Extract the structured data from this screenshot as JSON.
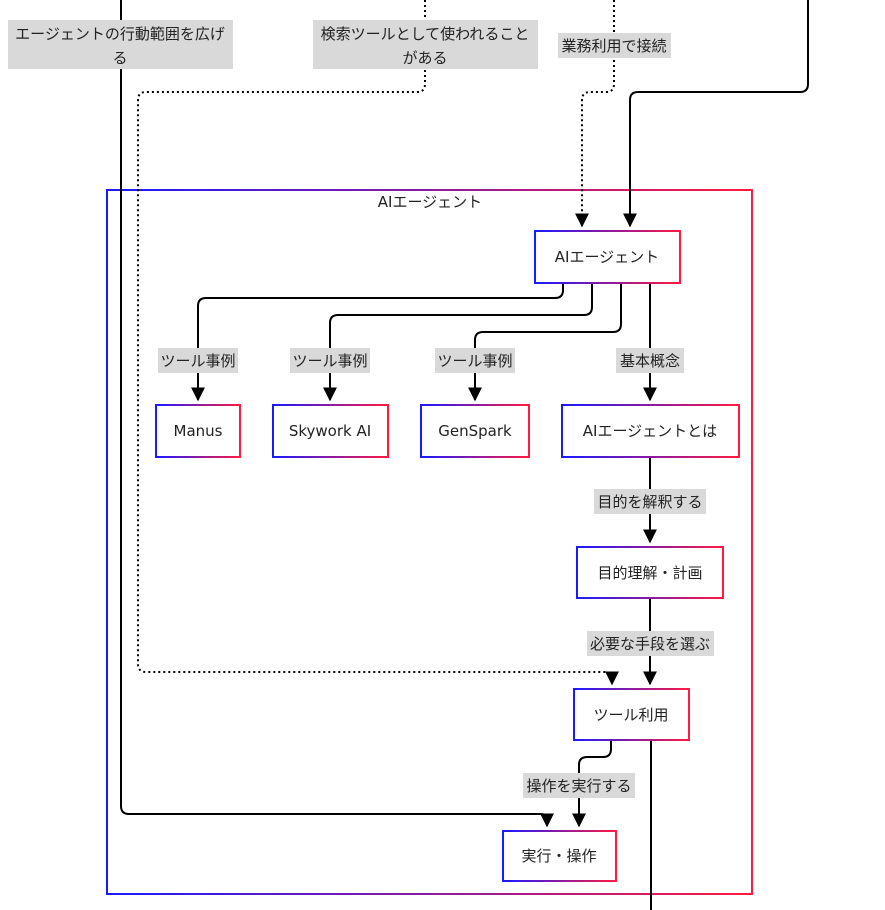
{
  "cluster": {
    "title": "AIエージェント",
    "colors": {
      "left": "#1a1aff",
      "right": "#ff1a40"
    }
  },
  "nodes": {
    "agent": "AIエージェント",
    "manus": "Manus",
    "skywork": "Skywork AI",
    "genspark": "GenSpark",
    "about": "AIエージェントとは",
    "plan": "目的理解・計画",
    "tool": "ツール利用",
    "exec": "実行・操作"
  },
  "edge_labels": {
    "extend_line1": "エージェントの行動範囲を広げ",
    "extend_line2": "る",
    "search_line1": "検索ツールとして使われること",
    "search_line2": "がある",
    "business": "業務利用で接続",
    "example1": "ツール事例",
    "example2": "ツール事例",
    "example3": "ツール事例",
    "concept": "基本概念",
    "interpret": "目的を解釈する",
    "choose": "必要な手段を選ぶ",
    "execute": "操作を実行する"
  }
}
